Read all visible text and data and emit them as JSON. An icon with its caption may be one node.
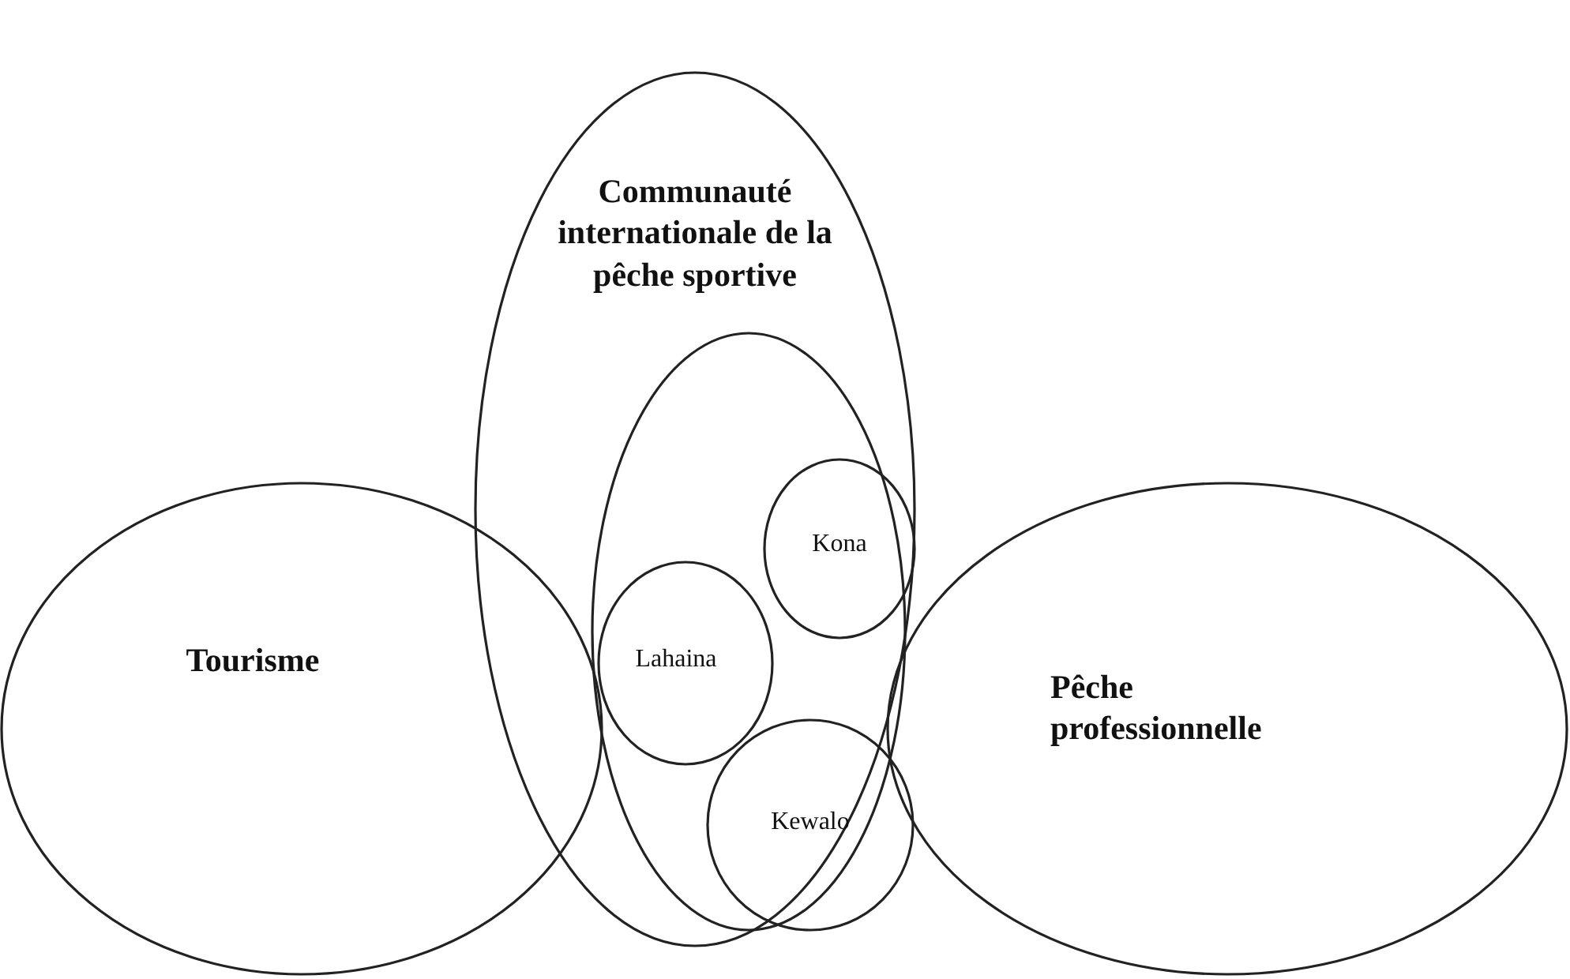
{
  "diagram": {
    "nodes": [
      {
        "text": [
          "Communauté internationale de la pêche sportive"
        ]
      },
      {
        "text": [],
        "shape": "ellipse",
        "in": 0
      },
      {
        "text": [
          "Kona"
        ],
        "in": 1
      },
      {
        "text": [
          "Lahaina"
        ],
        "in": 1
      },
      {
        "text": [
          "Tourisme"
        ]
      },
      {
        "text": [
          "Pêche professionnelle"
        ]
      },
      {
        "text": [
          "Kewalo"
        ],
        "in": 1
      }
    ],
    "edges": []
  }
}
